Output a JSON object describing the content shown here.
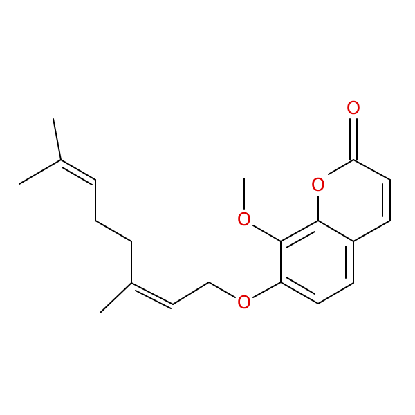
{
  "structure": {
    "atoms": {
      "o_carbonyl": "O",
      "o_ring": "O",
      "o_methoxy": "O",
      "o_ether": "O"
    }
  },
  "colors": {
    "bond": "#000000",
    "heteroatom": "#e00000",
    "background": "#ffffff"
  }
}
